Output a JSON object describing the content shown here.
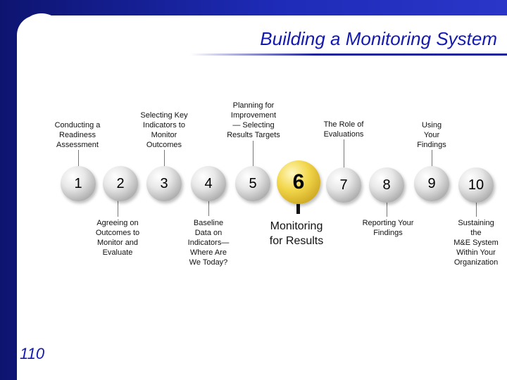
{
  "title": "Building a Monitoring System",
  "page_number": "110",
  "steps": [
    {
      "num": "1",
      "label": "Conducting a\nReadiness\nAssessment"
    },
    {
      "num": "2",
      "label": "Agreeing on\nOutcomes to\nMonitor and\nEvaluate"
    },
    {
      "num": "3",
      "label": "Selecting Key\nIndicators to\nMonitor\nOutcomes"
    },
    {
      "num": "4",
      "label": "Baseline\nData on\nIndicators—\nWhere Are\nWe Today?"
    },
    {
      "num": "5",
      "label": "Planning for\nImprovement\n— Selecting\nResults Targets"
    },
    {
      "num": "6",
      "label": "Monitoring\nfor Results"
    },
    {
      "num": "7",
      "label": "The Role of\nEvaluations"
    },
    {
      "num": "8",
      "label": "Reporting Your\nFindings"
    },
    {
      "num": "9",
      "label": "Using\nYour\nFindings"
    },
    {
      "num": "10",
      "label": "Sustaining\nthe\nM&E System\nWithin Your\nOrganization"
    }
  ],
  "colors": {
    "accent": "#1419b0",
    "highlight": "#f2d64a"
  },
  "icons": {
    "logo": "globe-icon"
  }
}
